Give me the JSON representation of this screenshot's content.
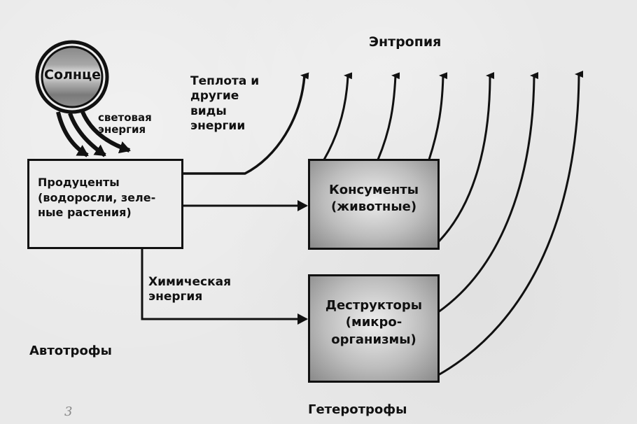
{
  "diagram": {
    "sun": {
      "label": "Солнце"
    },
    "light_energy_label": [
      "световая",
      "энергия"
    ],
    "heat_label": [
      "Теплота и",
      "другие",
      "виды",
      "энергии"
    ],
    "entropy_label": "Энтропия",
    "producers": {
      "lines": [
        "Продуценты",
        "(водоросли, зеле-",
        "ные растения)"
      ]
    },
    "consumers": {
      "lines": [
        "Консументы",
        "(животные)"
      ]
    },
    "decomposers": {
      "lines": [
        "Деструкторы",
        "(микро-",
        "организмы)"
      ]
    },
    "chemical_energy_label": [
      "Химическая",
      "энергия"
    ],
    "autotrophs_label": "Автотрофы",
    "heterotrophs_label": "Гетеротрофы",
    "page_number": "3"
  },
  "colors": {
    "ink": "#111111",
    "paper": "#e9e9e9",
    "shade": "#9a9a9a"
  }
}
